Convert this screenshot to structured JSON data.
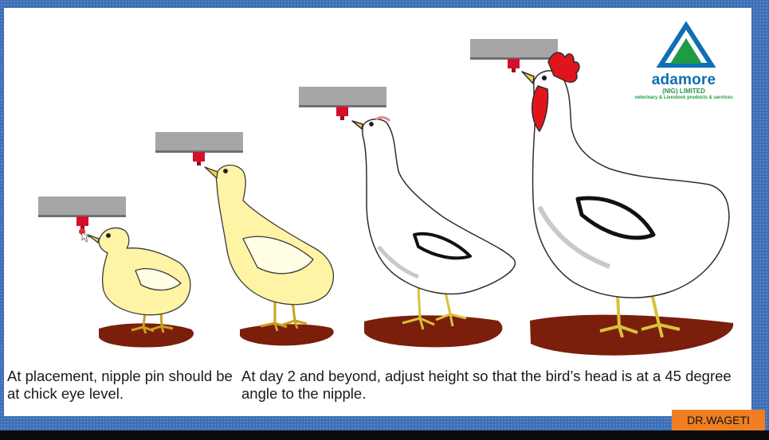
{
  "captions": {
    "placement": "At placement, nipple pin should be at chick eye level.",
    "day2": "At day 2 and beyond, adjust height so that the bird’s head is at a 45 degree angle to the nipple."
  },
  "logo": {
    "name": "adamore",
    "company": "(NIG) LIMITED",
    "tagline": "veterinary & Livestock products & services",
    "colors": {
      "blue": "#0f6fb3",
      "green": "#1f9a46"
    }
  },
  "credit": "DR.WAGETI",
  "colors": {
    "drinker_bar": "#a6a6a6",
    "nipple": "#d40f2b",
    "ground": "#7b1e0c",
    "chick_yellow": "#fff3a6",
    "comb_red": "#e0151b",
    "frame_blue": "#3d6fb5",
    "credit_orange": "#ef7f22"
  },
  "stages": [
    "chick",
    "young-chick",
    "pullet",
    "adult-hen"
  ]
}
